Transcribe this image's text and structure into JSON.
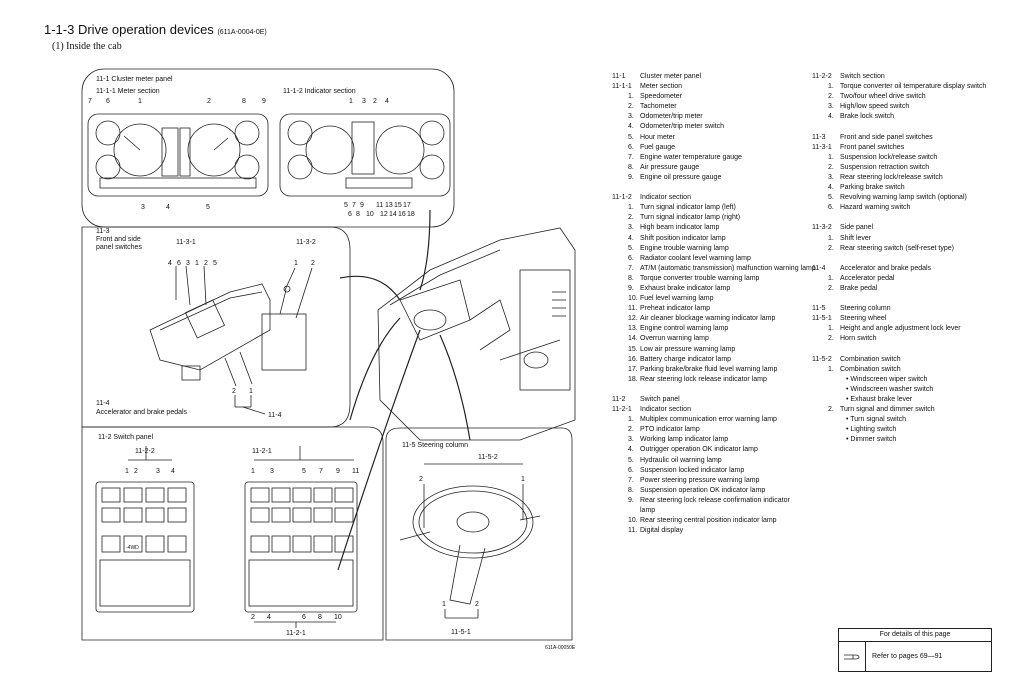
{
  "header": {
    "title": "1-1-3  Drive operation devices",
    "code": "(611A-0004-0E)",
    "subtitle": "(1) Inside the cab"
  },
  "figure": {
    "code": "611A-00050E",
    "cluster": {
      "title": "11-1   Cluster meter panel",
      "meter_title": "11-1-1   Meter section",
      "indicator_title": "11-1-2   Indicator section",
      "meter_top": [
        "7",
        "6",
        "1",
        "2",
        "8",
        "9"
      ],
      "meter_bottom": [
        "3",
        "4",
        "5"
      ],
      "ind_top": [
        "1",
        "3",
        "2",
        "4"
      ],
      "ind_bot1": [
        "5",
        "7",
        "9",
        "11",
        "13",
        "15",
        "17"
      ],
      "ind_bot2": [
        "6",
        "8",
        "10",
        "12",
        "14",
        "16",
        "18"
      ]
    },
    "front": {
      "title1": "11-3",
      "title2": "Front and side",
      "title3": "panel switches",
      "g1": "11-3-1",
      "g1_nums": [
        "4",
        "6",
        "3",
        "1",
        "2",
        "5"
      ],
      "g2": "11-3-2",
      "g2_nums": [
        "1",
        "2"
      ],
      "pedal_nums": [
        "2",
        "1"
      ],
      "pedal_ref": "11-4",
      "pedal_title1": "11-4",
      "pedal_title2": "Accelerator and brake pedals"
    },
    "switch": {
      "title": "11-2   Switch panel",
      "left_ref": "11-2-2",
      "left_nums": [
        "1",
        "2",
        "3",
        "4"
      ],
      "right_ref": "11-2-1",
      "right_top": [
        "1",
        "3",
        "5",
        "7",
        "9",
        "11"
      ],
      "right_bot": [
        "2",
        "4",
        "6",
        "8",
        "10"
      ],
      "right_bottom_ref": "11-2-1",
      "label_4wd": "-4WD"
    },
    "steer": {
      "title": "11-5   Steering column",
      "top_ref": "11-5-2",
      "side_left": "2",
      "side_right": "1",
      "bot_nums": [
        "1",
        "2"
      ],
      "bot_ref": "11-5-1"
    }
  },
  "legend_left": [
    {
      "k": "11-1",
      "v": "Cluster meter panel",
      "ind": 0
    },
    {
      "k": "11-1-1",
      "v": "Meter section",
      "ind": 0
    },
    {
      "k": "1.",
      "v": "Speedometer",
      "ind": 1
    },
    {
      "k": "2.",
      "v": "Tachometer",
      "ind": 1
    },
    {
      "k": "3.",
      "v": "Odometer/trip meter",
      "ind": 1
    },
    {
      "k": "4.",
      "v": "Odometer/trip meter switch",
      "ind": 1
    },
    {
      "k": "5.",
      "v": "Hour meter",
      "ind": 1
    },
    {
      "k": "6.",
      "v": "Fuel gauge",
      "ind": 1
    },
    {
      "k": "7.",
      "v": "Engine water temperature gauge",
      "ind": 1
    },
    {
      "k": "8.",
      "v": "Air pressure gauge",
      "ind": 1
    },
    {
      "k": "9.",
      "v": "Engine oil pressure gauge",
      "ind": 1
    },
    {
      "gap": true
    },
    {
      "k": "11-1-2",
      "v": "Indicator section",
      "ind": 0
    },
    {
      "k": "1.",
      "v": "Turn signal indicator lamp (left)",
      "ind": 1
    },
    {
      "k": "2.",
      "v": "Turn signal indicator lamp (right)",
      "ind": 1
    },
    {
      "k": "3.",
      "v": "High beam indicator lamp",
      "ind": 1
    },
    {
      "k": "4.",
      "v": "Shift position indicator lamp",
      "ind": 1
    },
    {
      "k": "5.",
      "v": "Engine trouble warning lamp",
      "ind": 1
    },
    {
      "k": "6.",
      "v": "Radiator coolant level warning lamp",
      "ind": 1
    },
    {
      "k": "7.",
      "v": "AT/M (automatic transmission) malfunction warning lamp",
      "ind": 1
    },
    {
      "k": "8.",
      "v": "Torque converter trouble warning lamp",
      "ind": 1
    },
    {
      "k": "9.",
      "v": "Exhaust brake indicator lamp",
      "ind": 1
    },
    {
      "k": "10.",
      "v": "Fuel level warning lamp",
      "ind": 1
    },
    {
      "k": "11.",
      "v": "Preheat indicator lamp",
      "ind": 1
    },
    {
      "k": "12.",
      "v": "Air cleaner blockage warning indicator lamp",
      "ind": 1
    },
    {
      "k": "13.",
      "v": "Engine control warning lamp",
      "ind": 1
    },
    {
      "k": "14.",
      "v": "Overrun warning lamp",
      "ind": 1
    },
    {
      "k": "15.",
      "v": "Low air pressure warning lamp",
      "ind": 1
    },
    {
      "k": "16.",
      "v": "Battery charge indicator lamp",
      "ind": 1
    },
    {
      "k": "17.",
      "v": "Parking brake/brake fluid level warning lamp",
      "ind": 1
    },
    {
      "k": "18.",
      "v": "Rear steering lock release indicator lamp",
      "ind": 1
    },
    {
      "gap": true
    },
    {
      "k": "11-2",
      "v": "Switch panel",
      "ind": 0
    },
    {
      "k": "11-2-1",
      "v": "Indicator section",
      "ind": 0
    },
    {
      "k": "1.",
      "v": "Multiplex communication error warning lamp",
      "ind": 1
    },
    {
      "k": "2.",
      "v": "PTO indicator lamp",
      "ind": 1
    },
    {
      "k": "3.",
      "v": "Working lamp indicator lamp",
      "ind": 1
    },
    {
      "k": "4.",
      "v": "Outrigger operation OK indicator lamp",
      "ind": 1
    },
    {
      "k": "5.",
      "v": "Hydraulic oil warning lamp",
      "ind": 1
    },
    {
      "k": "6.",
      "v": "Suspension locked indicator lamp",
      "ind": 1
    },
    {
      "k": "7.",
      "v": "Power steering pressure warning lamp",
      "ind": 1
    },
    {
      "k": "8.",
      "v": "Suspension operation OK indicator lamp",
      "ind": 1
    },
    {
      "k": "9.",
      "v": "Rear steering lock release confirmation indicator",
      "ind": 1
    },
    {
      "k": "",
      "v": "lamp",
      "ind": 1
    },
    {
      "k": "10.",
      "v": "Rear steering central position indicator lamp",
      "ind": 1
    },
    {
      "k": "11.",
      "v": "Digital display",
      "ind": 1
    }
  ],
  "legend_right": [
    {
      "k": "11-2-2",
      "v": "Switch section",
      "ind": 0
    },
    {
      "k": "1.",
      "v": "Torque converter oil temperature display switch",
      "ind": 1
    },
    {
      "k": "2.",
      "v": "Two/four wheel drive switch",
      "ind": 1
    },
    {
      "k": "3.",
      "v": "High/low speed switch",
      "ind": 1
    },
    {
      "k": "4.",
      "v": "Brake lock switch",
      "ind": 1
    },
    {
      "gap": true
    },
    {
      "k": "11-3",
      "v": "Front and side panel switches",
      "ind": 0
    },
    {
      "k": "11-3-1",
      "v": "Front panel switches",
      "ind": 0
    },
    {
      "k": "1.",
      "v": "Suspension lock/release switch",
      "ind": 1
    },
    {
      "k": "2.",
      "v": "Suspension retraction switch",
      "ind": 1
    },
    {
      "k": "3.",
      "v": "Rear steering lock/release switch",
      "ind": 1
    },
    {
      "k": "4.",
      "v": "Parking brake switch",
      "ind": 1
    },
    {
      "k": "5.",
      "v": "Revolving warning lamp switch (optional)",
      "ind": 1
    },
    {
      "k": "6.",
      "v": "Hazard warning switch",
      "ind": 1
    },
    {
      "gap": true
    },
    {
      "k": "11-3-2",
      "v": "Side panel",
      "ind": 0
    },
    {
      "k": "1.",
      "v": "Shift lever",
      "ind": 1
    },
    {
      "k": "2.",
      "v": "Rear steering switch (self-reset type)",
      "ind": 1
    },
    {
      "gap": true
    },
    {
      "k": "11-4",
      "v": "Accelerator and brake pedals",
      "ind": 0
    },
    {
      "k": "1.",
      "v": "Accelerator pedal",
      "ind": 1
    },
    {
      "k": "2.",
      "v": "Brake pedal",
      "ind": 1
    },
    {
      "gap": true
    },
    {
      "k": "11-5",
      "v": "Steering column",
      "ind": 0
    },
    {
      "k": "11-5-1",
      "v": "Steering wheel",
      "ind": 0
    },
    {
      "k": "1.",
      "v": "Height and angle adjustment lock lever",
      "ind": 1
    },
    {
      "k": "2.",
      "v": "Horn switch",
      "ind": 1
    },
    {
      "gap": true
    },
    {
      "k": "11-5-2",
      "v": "Combination switch",
      "ind": 0
    },
    {
      "k": "1.",
      "v": "Combination switch",
      "ind": 1
    },
    {
      "k": "",
      "v": "• Windscreen wiper switch",
      "ind": 2
    },
    {
      "k": "",
      "v": "• Windscreen washer switch",
      "ind": 2
    },
    {
      "k": "",
      "v": "• Exhaust brake lever",
      "ind": 2
    },
    {
      "k": "2.",
      "v": "Turn signal and dimmer switch",
      "ind": 1
    },
    {
      "k": "",
      "v": "• Turn signal switch",
      "ind": 2
    },
    {
      "k": "",
      "v": "• Lighting switch",
      "ind": 2
    },
    {
      "k": "",
      "v": "• Dimmer switch",
      "ind": 2
    }
  ],
  "reference": {
    "header": "For details of this page",
    "text": "Refer to pages 69—91"
  }
}
